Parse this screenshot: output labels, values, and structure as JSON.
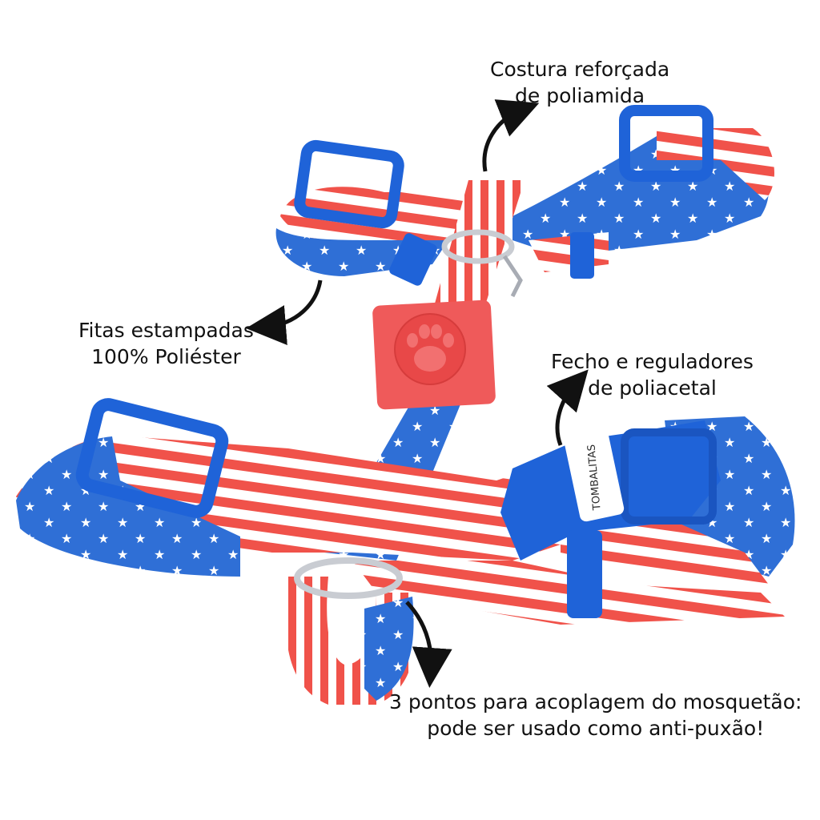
{
  "annotations": {
    "stitching": {
      "line1": "Costura reforçada",
      "line2": "de poliamida"
    },
    "straps": {
      "line1": "Fitas estampadas",
      "line2": "100% Poliéster"
    },
    "buckle": {
      "line1": "Fecho e reguladores",
      "line2": "de poliacetal"
    },
    "rings": {
      "line1": "3 pontos para acoplagem do mosquetão:",
      "line2": "pode ser usado como anti-puxão!"
    }
  },
  "brand": {
    "logo_text": "TOMBALITAS"
  },
  "colors": {
    "stripe_red": "#f0524a",
    "stripe_white": "#ffffff",
    "star_blue": "#2f6fd6",
    "hardware_blue": "#1f63d8",
    "paw_red": "#ef5a5a",
    "ring_metal": "#c9ccd2",
    "arrow": "#111111"
  }
}
